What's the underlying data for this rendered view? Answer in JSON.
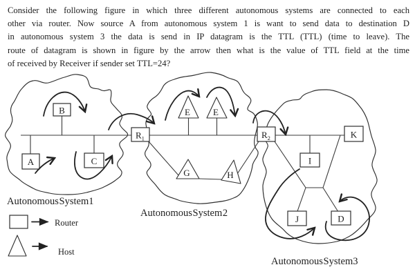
{
  "question": {
    "lines": [
      "Consider the following figure in which three different autonomous systems are connected to each",
      "other via router. Now source A from autonomous system 1 is want to send data to destination D",
      "in autonomous system 3 the data is send in IP datagram is the TTL (TTL) (time to leave). The",
      "route of datagram is shown in figure by the arrow then what is the value of TTL field at the time",
      "of received by Receiver if sender set TTL=24?"
    ]
  },
  "figure": {
    "systems": [
      {
        "label": "Autonomous System1"
      },
      {
        "label": "Autonomous System 2"
      },
      {
        "label": "Autonomous System3"
      }
    ],
    "routers": [
      {
        "label": "R",
        "sub": "1"
      },
      {
        "label": "R",
        "sub": "2"
      }
    ],
    "hosts_square": [
      {
        "label": "A"
      },
      {
        "label": "B"
      },
      {
        "label": "C"
      },
      {
        "label": "I"
      },
      {
        "label": "J"
      },
      {
        "label": "K"
      },
      {
        "label": "D"
      }
    ],
    "hosts_triangle": [
      {
        "label": "E"
      },
      {
        "label": "E"
      },
      {
        "label": "G"
      },
      {
        "label": "H"
      }
    ]
  },
  "legend": {
    "router_label": "Router",
    "host_label": "Host"
  },
  "colors": {
    "ink": "#1d1d1d",
    "line": "#3a3a3a",
    "arrow": "#222222",
    "background": "#ffffff"
  }
}
